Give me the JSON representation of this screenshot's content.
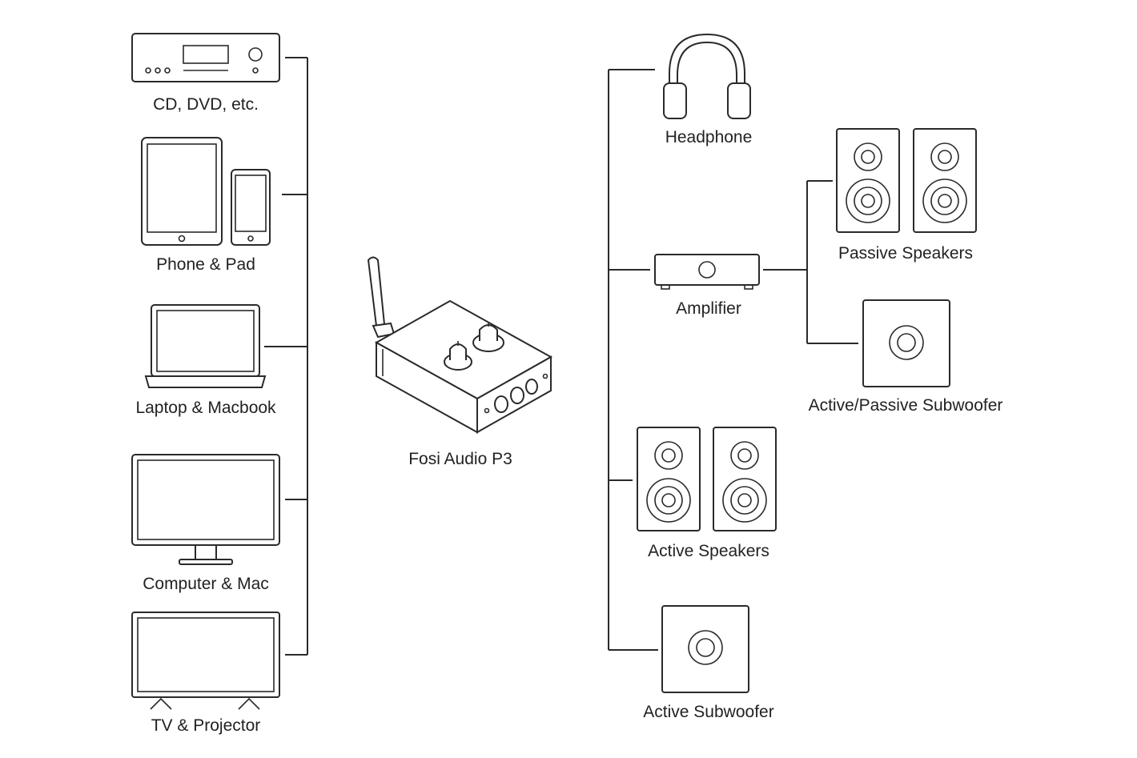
{
  "diagram": {
    "center": {
      "label": "Fosi Audio P3",
      "icon": "tube-amplifier-icon"
    },
    "sources": [
      {
        "label": "CD, DVD, etc.",
        "icon": "cd-player-icon"
      },
      {
        "label": "Phone & Pad",
        "icon": "phone-tablet-icon"
      },
      {
        "label": "Laptop & Macbook",
        "icon": "laptop-icon"
      },
      {
        "label": "Computer & Mac",
        "icon": "monitor-icon"
      },
      {
        "label": "TV & Projector",
        "icon": "tv-icon"
      }
    ],
    "outputs": {
      "headphone": {
        "label": "Headphone",
        "icon": "headphone-icon"
      },
      "amplifier": {
        "label": "Amplifier",
        "icon": "amplifier-icon"
      },
      "passive_speakers": {
        "label": "Passive Speakers",
        "icon": "speaker-pair-icon"
      },
      "active_passive_subwoofer": {
        "label": "Active/Passive Subwoofer",
        "icon": "subwoofer-icon"
      },
      "active_speakers": {
        "label": "Active Speakers",
        "icon": "speaker-pair-icon"
      },
      "active_subwoofer": {
        "label": "Active Subwoofer",
        "icon": "subwoofer-icon"
      }
    }
  }
}
